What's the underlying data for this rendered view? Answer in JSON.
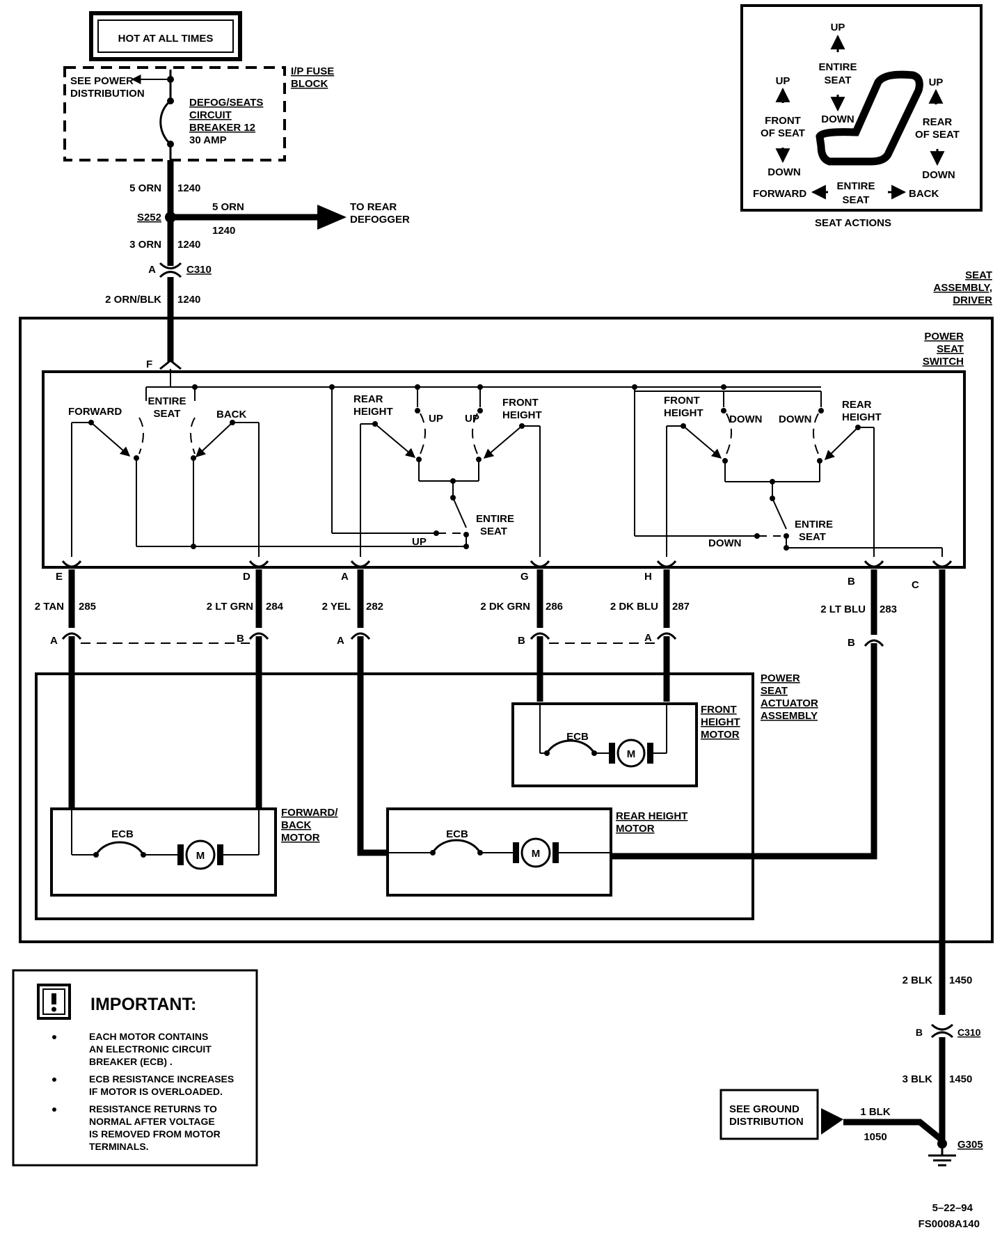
{
  "hot": "HOT AT ALL TIMES",
  "fuse_block": {
    "title": "I/P FUSE BLOCK",
    "see_power": "SEE POWER DISTRIBUTION",
    "breaker": [
      "DEFOG/SEATS",
      "CIRCUIT",
      "BREAKER 12",
      "30 AMP"
    ]
  },
  "feed": {
    "w1": {
      "gauge": "5 ORN",
      "circuit": "1240"
    },
    "splice": "S252",
    "branch": {
      "gauge": "5 ORN",
      "circuit": "1240",
      "to": [
        "TO REAR",
        "DEFOGGER"
      ]
    },
    "w2": {
      "gauge": "3 ORN",
      "circuit": "1240"
    },
    "conn": {
      "pin": "A",
      "name": "C310"
    },
    "w3": {
      "gauge": "2 ORN/BLK",
      "circuit": "1240"
    }
  },
  "assembly": [
    "SEAT",
    "ASSEMBLY,",
    "DRIVER"
  ],
  "switch_title": [
    "POWER",
    "SEAT",
    "SWITCH"
  ],
  "switch": {
    "pin_f": "F",
    "forward": "FORWARD",
    "entire_seat": [
      "ENTIRE",
      "SEAT"
    ],
    "back": "BACK",
    "rear_height": [
      "REAR",
      "HEIGHT"
    ],
    "front_height": [
      "FRONT",
      "HEIGHT"
    ],
    "up": "UP",
    "down": "DOWN",
    "entire_seat_2": [
      "ENTIRE",
      "SEAT"
    ]
  },
  "wires": [
    {
      "pin": "E",
      "gauge": "2 TAN",
      "circuit": "285",
      "mpin": "A"
    },
    {
      "pin": "D",
      "gauge": "2 LT GRN",
      "circuit": "284",
      "mpin": "B"
    },
    {
      "pin": "A",
      "gauge": "2 YEL",
      "circuit": "282",
      "mpin": "A"
    },
    {
      "pin": "G",
      "gauge": "2 DK GRN",
      "circuit": "286",
      "mpin": "B"
    },
    {
      "pin": "H",
      "gauge": "2 DK BLU",
      "circuit": "287",
      "mpin": "A"
    },
    {
      "pin": "B",
      "gauge": "2 LT BLU",
      "circuit": "283",
      "mpin": "B"
    },
    {
      "pin": "C"
    }
  ],
  "actuator": [
    "POWER",
    "SEAT",
    "ACTUATOR",
    "ASSEMBLY"
  ],
  "motors": {
    "fwd": {
      "title": [
        "FORWARD/",
        "BACK",
        "MOTOR"
      ],
      "ecb": "ECB",
      "m": "M"
    },
    "rear": {
      "title": [
        "REAR HEIGHT",
        "MOTOR"
      ],
      "ecb": "ECB",
      "m": "M"
    },
    "front": {
      "title": [
        "FRONT",
        "HEIGHT",
        "MOTOR"
      ],
      "ecb": "ECB",
      "m": "M"
    }
  },
  "seat_actions": {
    "caption": "SEAT ACTIONS",
    "up": "UP",
    "down": "DOWN",
    "entire_seat": [
      "ENTIRE",
      "SEAT"
    ],
    "front_of_seat": [
      "FRONT",
      "OF SEAT"
    ],
    "rear_of_seat": [
      "REAR",
      "OF SEAT"
    ],
    "forward": "FORWARD",
    "back": "BACK"
  },
  "ground": {
    "w1": {
      "gauge": "2 BLK",
      "circuit": "1450"
    },
    "conn": {
      "pin": "B",
      "name": "C310"
    },
    "w2": {
      "gauge": "3 BLK",
      "circuit": "1450"
    },
    "see": [
      "SEE GROUND",
      "DISTRIBUTION"
    ],
    "w3": {
      "gauge": "1 BLK",
      "circuit": "1050"
    },
    "g": "G305"
  },
  "important": {
    "title": "IMPORTANT:",
    "icon": "info-icon",
    "bullets": [
      [
        "EACH MOTOR CONTAINS",
        "AN ELECTRONIC CIRCUIT",
        "BREAKER (ECB) ."
      ],
      [
        "ECB RESISTANCE INCREASES",
        "IF MOTOR IS OVERLOADED."
      ],
      [
        "RESISTANCE RETURNS TO",
        "NORMAL AFTER VOLTAGE",
        "IS REMOVED FROM MOTOR",
        "TERMINALS."
      ]
    ]
  },
  "footer": {
    "date": "5–22–94",
    "code": "FS0008A140"
  }
}
